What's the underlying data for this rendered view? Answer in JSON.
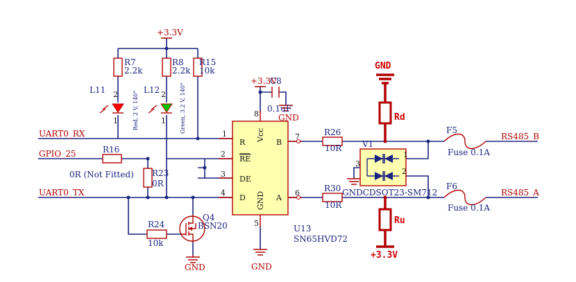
{
  "nets": {
    "uart_rx": "UART0_RX",
    "gpio25": "GPIO_25",
    "uart_tx": "UART0_TX",
    "rs485_b": "RS485_B",
    "rs485_a": "RS485_A"
  },
  "power": {
    "v33_top": "+3.3V",
    "v33_cap": "+3.3V",
    "gnd_cap": "GND",
    "gnd_q4": "GND",
    "gnd_u13": "GND",
    "gnd_v1": "GND",
    "gnd_top_big": "GND",
    "v33_big": "+3.3V"
  },
  "resistors": {
    "r7": {
      "ref": "R7",
      "value": "2.2k"
    },
    "r8": {
      "ref": "R8",
      "value": "2.2k"
    },
    "r15": {
      "ref": "R15",
      "value": "10k"
    },
    "r16": {
      "ref": "R16",
      "value": "0R (Not Fitted)"
    },
    "r23": {
      "ref": "R23",
      "value": "0R"
    },
    "r24": {
      "ref": "R24",
      "value": "10k"
    },
    "r26": {
      "ref": "R26",
      "value": "10R"
    },
    "r30": {
      "ref": "R30",
      "value": "10R"
    },
    "rd": {
      "ref": "Rd"
    },
    "ru": {
      "ref": "Ru"
    }
  },
  "leds": {
    "l11": {
      "ref": "L11",
      "desc": "Red, 2 V, 140°"
    },
    "l12": {
      "ref": "L12",
      "desc": "Green, 3.2 V, 140°"
    }
  },
  "cap": {
    "ref": "C8",
    "value": "0.1uF"
  },
  "transistor": {
    "ref": "Q4",
    "value": "BSN20"
  },
  "ic": {
    "ref": "U13",
    "value": "SN65HVD72",
    "pins": {
      "R": "R",
      "RE": "RE",
      "DE": "DE",
      "D": "D",
      "Vcc": "Vcc",
      "GND": "GND",
      "B": "B",
      "A": "A"
    }
  },
  "tvs": {
    "ref": "V1",
    "label": "GNDCDSOT23-SM712"
  },
  "fuses": {
    "f5": {
      "ref": "F5",
      "value": "Fuse 0.1A"
    },
    "f6": {
      "ref": "F6",
      "value": "Fuse 0.1A"
    }
  },
  "pin_numbers": {
    "u1": "1",
    "u2": "2",
    "u3": "3",
    "u4": "4",
    "u5": "5",
    "u6": "6",
    "u7": "7",
    "u8": "8",
    "v1": "1",
    "v2": "2",
    "v3": "3",
    "l11_a": "2",
    "l11_k": "1",
    "l12_a": "2",
    "l12_k": "1"
  },
  "colors": {
    "wire": "#1a237e",
    "component": "#b00000",
    "ic_body": "#ffffb0",
    "led_red": "#ff0000",
    "led_green": "#00c000",
    "power_label": "#b00000"
  }
}
